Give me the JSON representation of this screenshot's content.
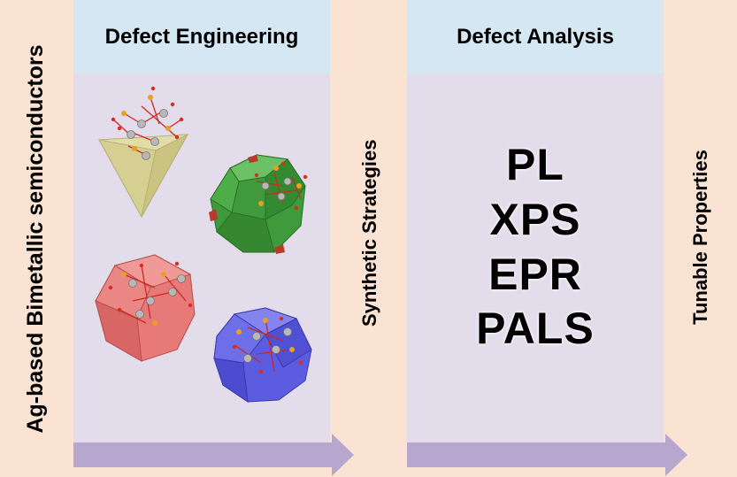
{
  "labels": {
    "left_vertical": "Ag-based Bimetallic semiconductors",
    "middle_vertical": "Synthetic Strategies",
    "right_vertical": "Tunable Properties"
  },
  "panels": {
    "engineering": {
      "title": "Defect Engineering"
    },
    "analysis": {
      "title": "Defect Analysis",
      "techniques": [
        "PL",
        "XPS",
        "EPR",
        "PALS"
      ]
    }
  },
  "colors": {
    "background": "#fbe3d3",
    "panel": "#e3dceb",
    "panel_header": "#d4e7f2",
    "arrow": "#b7a7cf",
    "tetrahedron": "#ddd8a0",
    "green_polyhedron": "#3f9a3c",
    "red_polyhedron": "#e77a78",
    "blue_polyhedron": "#5c5ce0"
  }
}
